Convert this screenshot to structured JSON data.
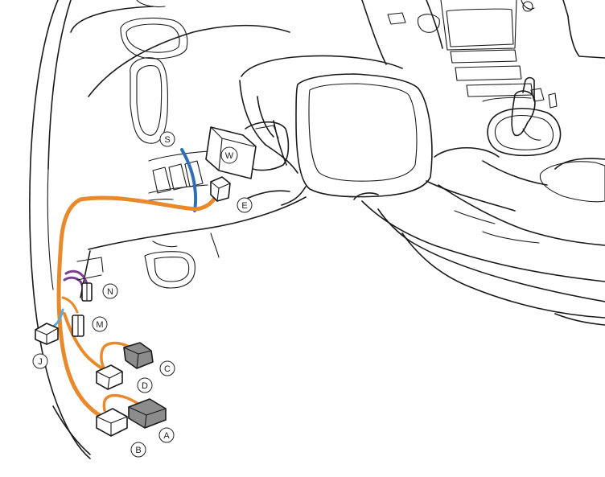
{
  "colors": {
    "main_harness": "#E8892B",
    "blue_wire": "#2E6FB7",
    "light_blue_wire": "#5FA8D8",
    "purple_wire": "#7A3F8F",
    "outline": "#1a1a1a",
    "connector_grey": "#8c8c8c"
  },
  "labels": {
    "S": "S",
    "W": "W",
    "E": "E",
    "N": "N",
    "M": "M",
    "J": "J",
    "C": "C",
    "D": "D",
    "A": "A",
    "B": "B"
  }
}
